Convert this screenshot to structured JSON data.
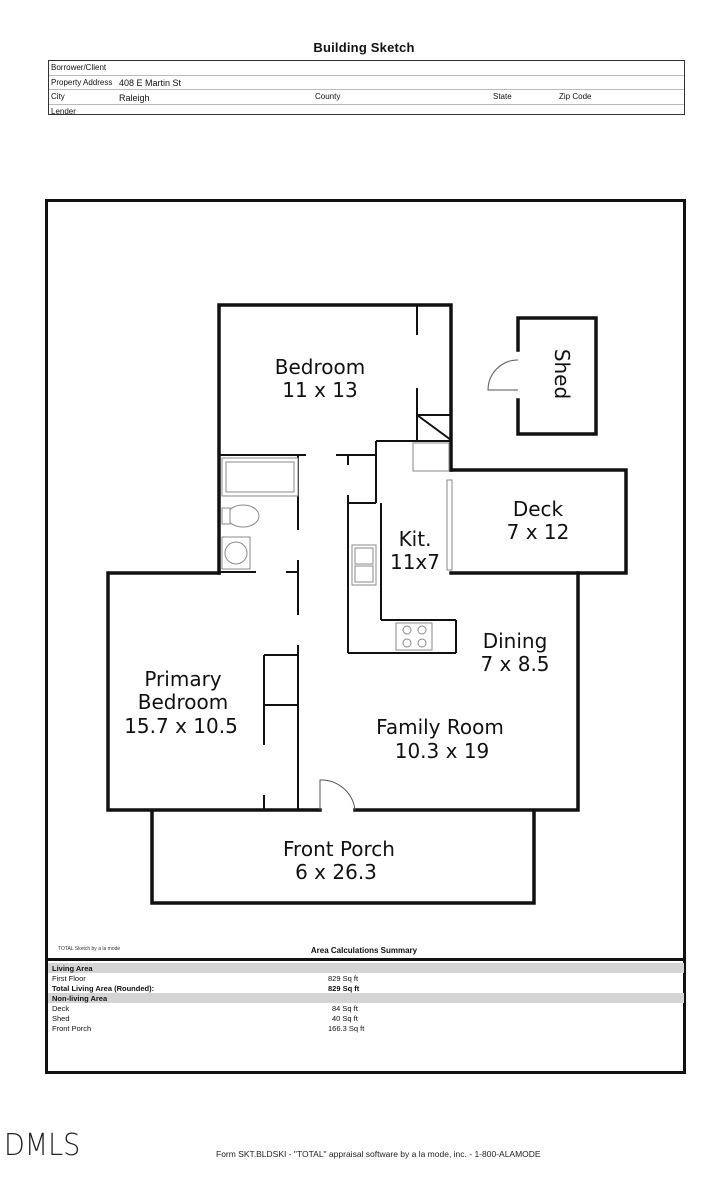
{
  "title": "Building Sketch",
  "header": {
    "borrower_label": "Borrower/Client",
    "borrower_value": "",
    "address_label": "Property Address",
    "address_value": "408 E Martin St",
    "city_label": "City",
    "city_value": "Raleigh",
    "county_label": "County",
    "state_label": "State",
    "zip_label": "Zip Code",
    "lender_label": "Lender"
  },
  "rooms": {
    "bedroom": {
      "name": "Bedroom",
      "dims": "11 x 13"
    },
    "shed": {
      "name": "Shed"
    },
    "deck": {
      "name": "Deck",
      "dims": "7 x 12"
    },
    "kitchen": {
      "name": "Kit.",
      "dims": "11x7"
    },
    "dining": {
      "name": "Dining",
      "dims": "7 x 8.5"
    },
    "primary": {
      "name1": "Primary",
      "name2": "Bedroom",
      "dims": "15.7 x 10.5"
    },
    "family": {
      "name": "Family Room",
      "dims": "10.3 x 19"
    },
    "porch": {
      "name": "Front Porch",
      "dims": "6 x 26.3"
    }
  },
  "area_summary": {
    "credit": "TOTAL Sketch by a la mode",
    "title": "Area Calculations Summary",
    "living_header": "Living Area",
    "first_floor_label": "First Floor",
    "first_floor_value": "829 Sq ft",
    "total_label": "Total Living Area (Rounded):",
    "total_value": "829 Sq ft",
    "nonliving_header": "Non-living Area",
    "deck_label": "Deck",
    "deck_value": "84 Sq ft",
    "shed_label": "Shed",
    "shed_value": "40 Sq ft",
    "porch_label": "Front Porch",
    "porch_value": "166.3 Sq ft"
  },
  "watermark": "DMLS",
  "footer": "Form SKT.BLDSKI - \"TOTAL\" appraisal software by a la mode, inc. - 1-800-ALAMODE"
}
